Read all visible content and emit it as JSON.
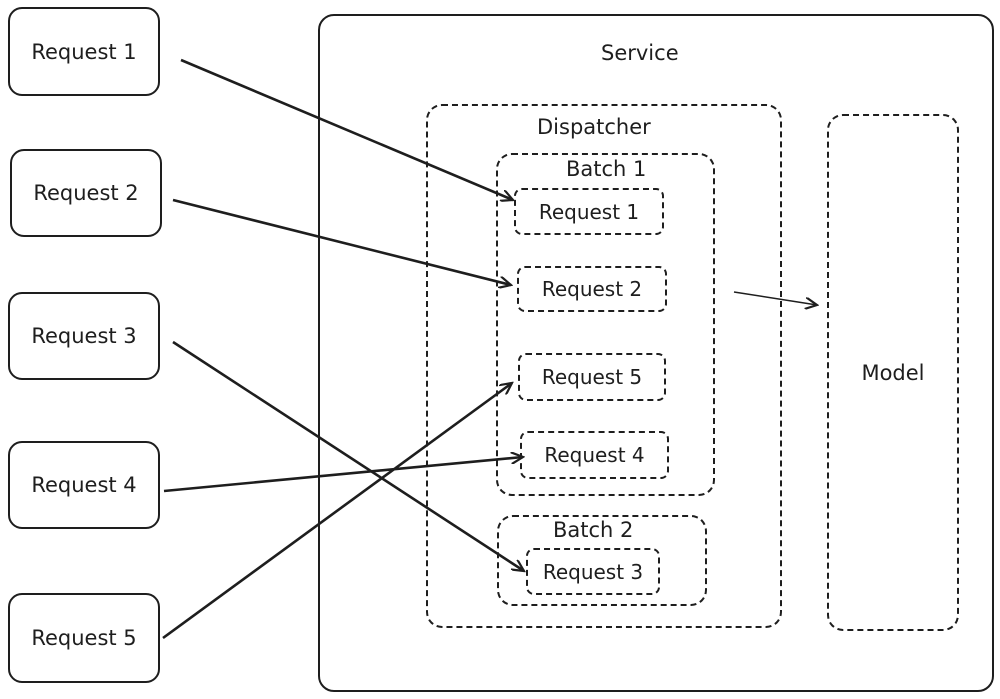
{
  "requests": [
    {
      "label": "Request 1"
    },
    {
      "label": "Request 2"
    },
    {
      "label": "Request 3"
    },
    {
      "label": "Request 4"
    },
    {
      "label": "Request 5"
    }
  ],
  "service": {
    "title": "Service"
  },
  "dispatcher": {
    "title": "Dispatcher"
  },
  "batch1": {
    "title": "Batch 1",
    "items": [
      {
        "label": "Request 1"
      },
      {
        "label": "Request 2"
      },
      {
        "label": "Request 5"
      },
      {
        "label": "Request 4"
      }
    ]
  },
  "batch2": {
    "title": "Batch 2",
    "items": [
      {
        "label": "Request 3"
      }
    ]
  },
  "model": {
    "title": "Model"
  }
}
